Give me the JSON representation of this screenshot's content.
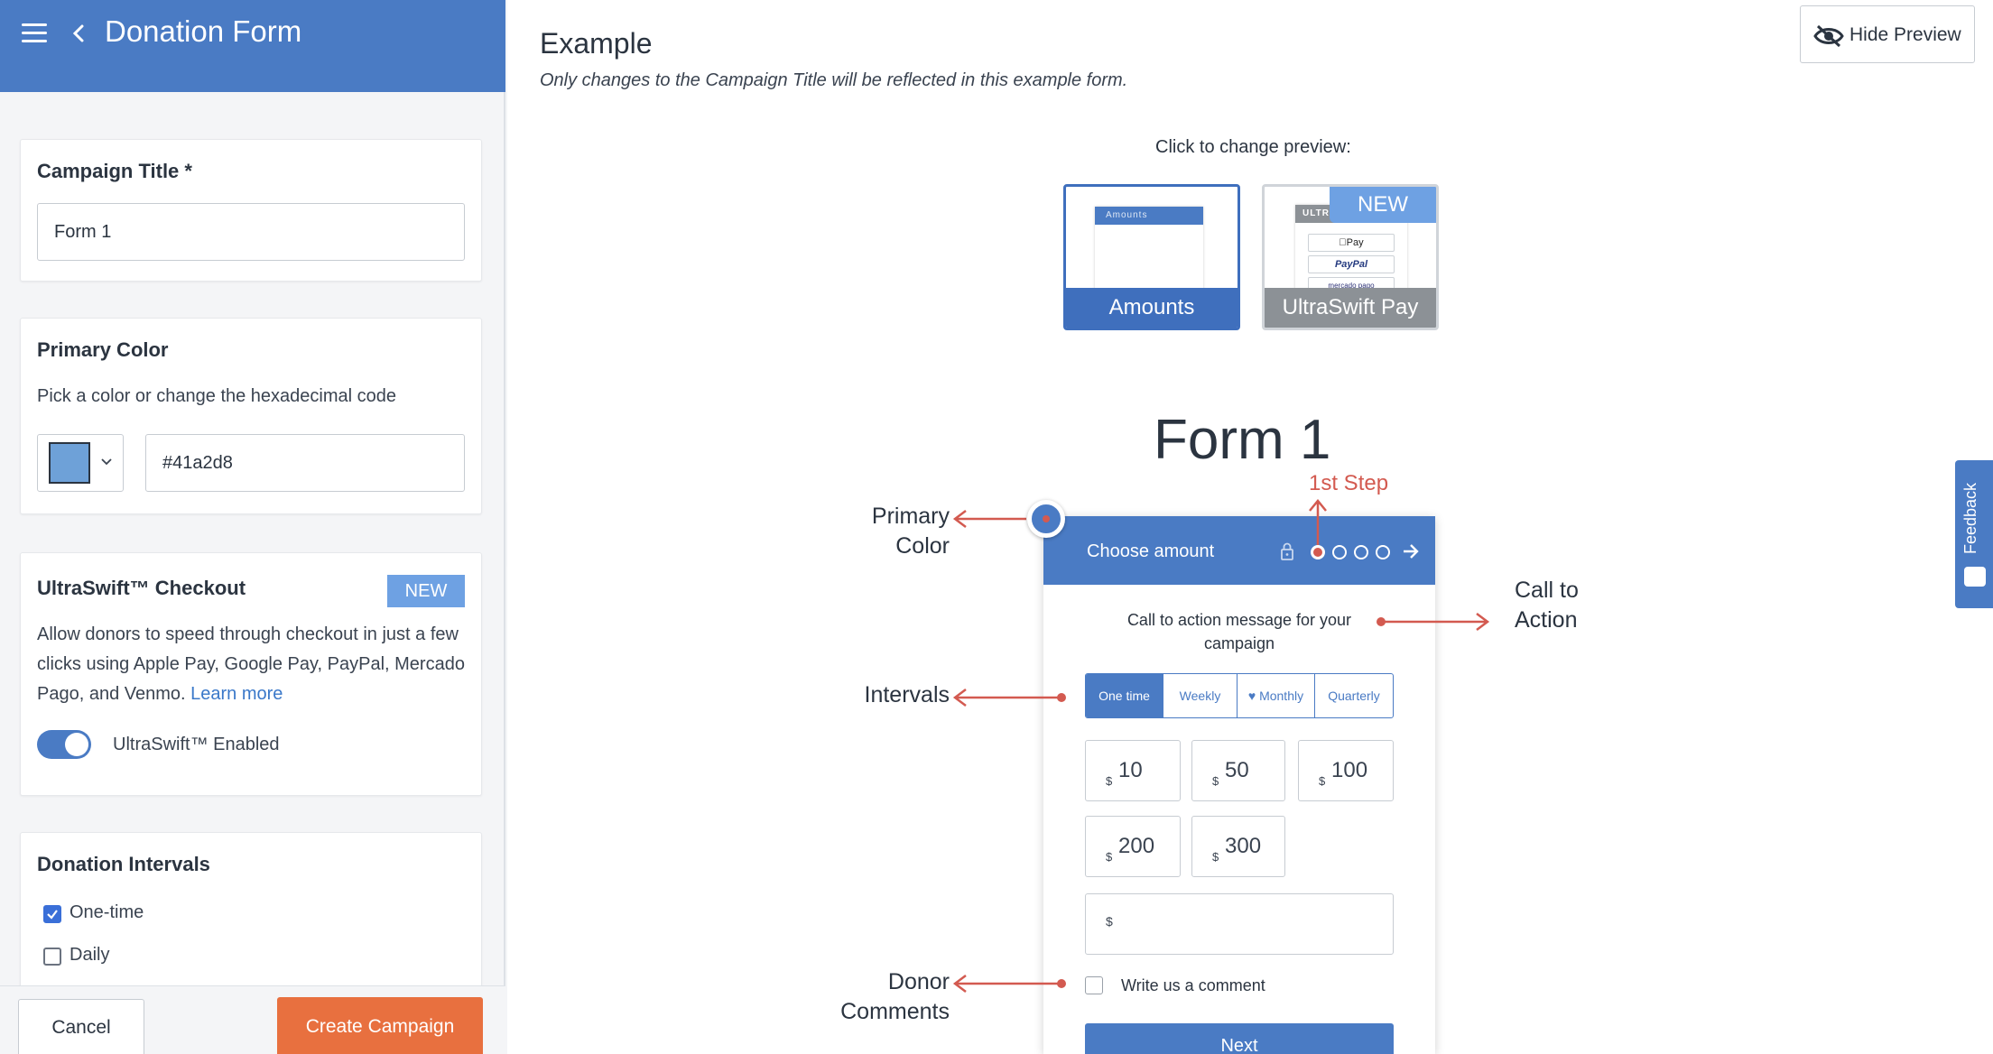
{
  "sidebar": {
    "header_title": "Donation Form",
    "campaign_title": {
      "label": "Campaign Title *",
      "value": "Form 1"
    },
    "primary_color": {
      "label": "Primary Color",
      "hint": "Pick a color or change the hexadecimal code",
      "swatch_color": "#6ea1d8",
      "hex_value": "#41a2d8"
    },
    "ultraswift": {
      "title": "UltraSwift™ Checkout",
      "badge": "NEW",
      "description": "Allow donors to speed through checkout in just a few clicks using Apple Pay, Google Pay, PayPal, Mercado Pago, and Venmo.",
      "learn_more": "Learn more",
      "toggle_label": "UltraSwift™ Enabled",
      "toggle_on": true
    },
    "intervals": {
      "title": "Donation Intervals",
      "options": [
        {
          "label": "One-time",
          "checked": true
        },
        {
          "label": "Daily",
          "checked": false
        }
      ]
    },
    "footer": {
      "cancel": "Cancel",
      "create": "Create Campaign"
    }
  },
  "preview": {
    "title": "Example",
    "subtitle": "Only changes to the Campaign Title will be reflected in this example form.",
    "hide_button": "Hide Preview",
    "click_label": "Click to change preview:",
    "thumbnails": {
      "amounts": {
        "mini_bar": "Amounts",
        "caption": "Amounts"
      },
      "ultraswift": {
        "mini_bar": "ULTRA",
        "new_tag": "NEW",
        "caption": "UltraSwift Pay",
        "pay_options": [
          "Pay",
          "PayPal",
          "mercado pago"
        ]
      }
    },
    "form_title": "Form 1",
    "widget": {
      "header_label": "Choose amount",
      "cta": "Call to action message for your campaign",
      "intervals": [
        "One time",
        "Weekly",
        "♥ Monthly",
        "Quarterly"
      ],
      "amounts": [
        "10",
        "50",
        "100",
        "200",
        "300"
      ],
      "currency": "$",
      "comment": "Write us a comment",
      "next": "Next"
    },
    "annotations": {
      "primary_color": "Primary\nColor",
      "step": "1st Step",
      "call_to_action": "Call to\nAction",
      "intervals": "Intervals",
      "donor_comments": "Donor\nComments"
    },
    "accent_red": "#d35a50",
    "brand_blue": "#4a7bc4"
  },
  "feedback_tab": "Feedback"
}
